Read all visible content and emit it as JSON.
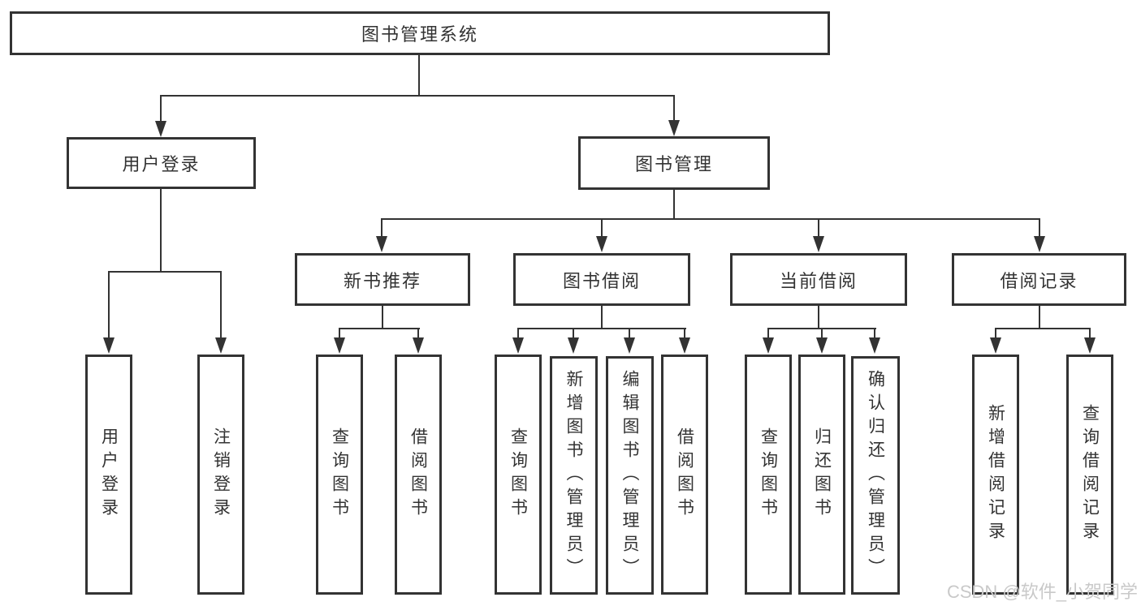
{
  "tree": {
    "label": "图书管理系统",
    "children": [
      {
        "label": "用户登录",
        "children": [
          {
            "label": "用户登录"
          },
          {
            "label": "注销登录"
          }
        ]
      },
      {
        "label": "图书管理",
        "children": [
          {
            "label": "新书推荐",
            "children": [
              {
                "label": "查询图书"
              },
              {
                "label": "借阅图书"
              }
            ]
          },
          {
            "label": "图书借阅",
            "children": [
              {
                "label": "查询图书"
              },
              {
                "label": "新增图书（管理员）"
              },
              {
                "label": "编辑图书（管理员）"
              },
              {
                "label": "借阅图书"
              }
            ]
          },
          {
            "label": "当前借阅",
            "children": [
              {
                "label": "查询图书"
              },
              {
                "label": "归还图书"
              },
              {
                "label": "确认归还（管理员）"
              }
            ]
          },
          {
            "label": "借阅记录",
            "children": [
              {
                "label": "新增借阅记录"
              },
              {
                "label": "查询借阅记录"
              }
            ]
          }
        ]
      }
    ]
  },
  "watermark": {
    "text": "CSDN @软件_小贺同学"
  },
  "colors": {
    "line": "#333333",
    "border": "#333333",
    "text": "#333333",
    "background": "#ffffff",
    "watermark": "#c9c9c9"
  }
}
